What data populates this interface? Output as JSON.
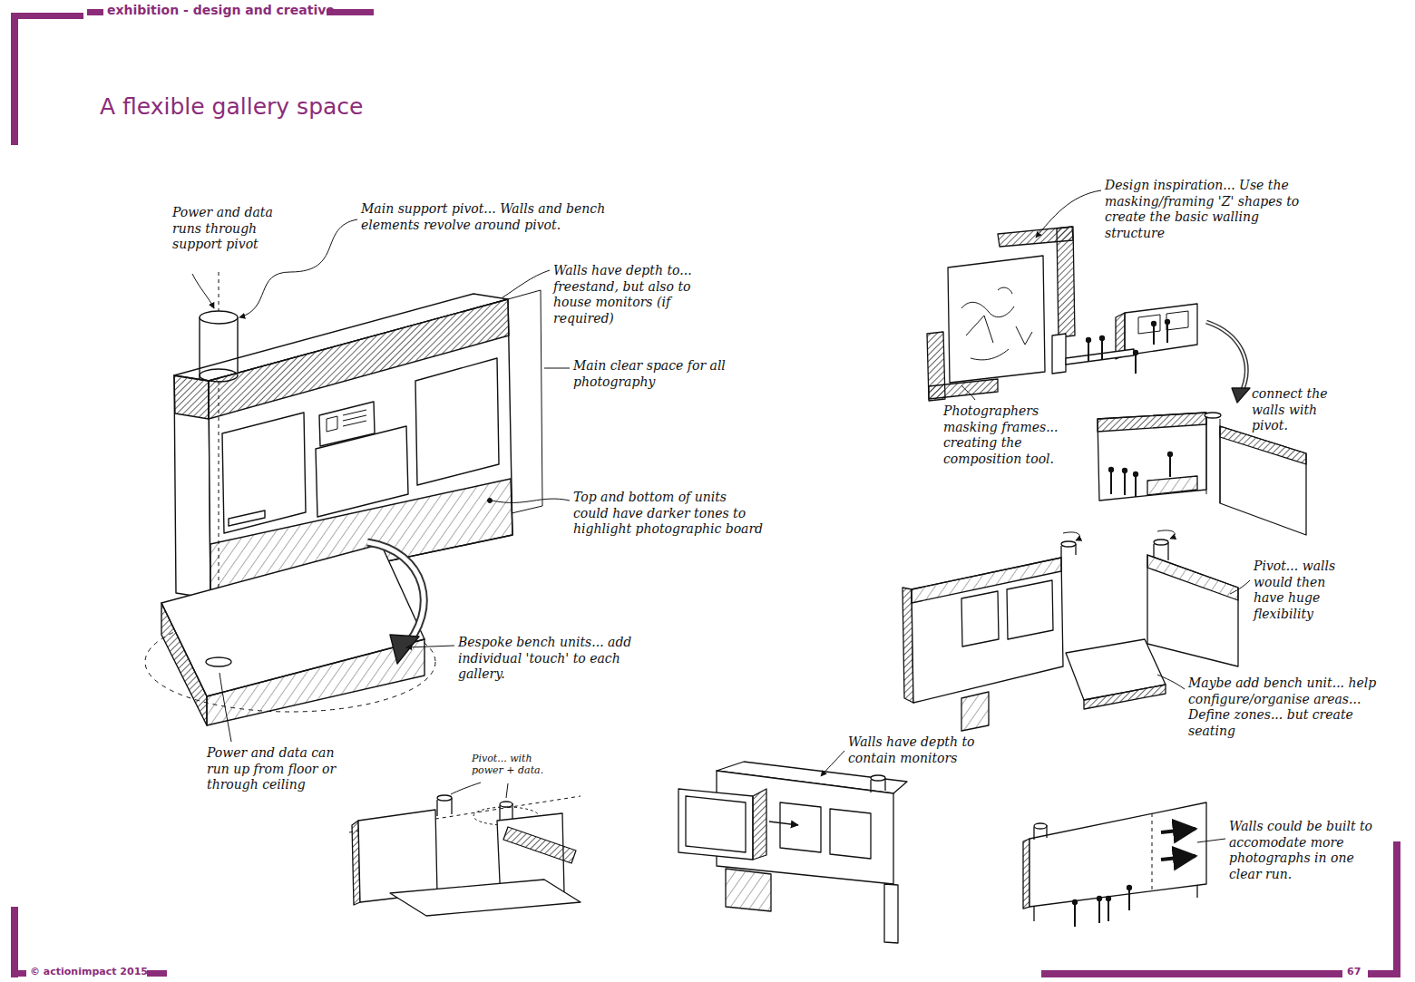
{
  "diagram": {
    "title": "A flexible gallery space",
    "labels": [
      "exhibition - design and creative",
      "Power and data runs through support pivot",
      "Main support pivot... Walls and bench elements revolve around pivot.",
      "Walls have depth to... freestand, but also to house monitors (if required)",
      "Main clear space for all photography",
      "Top and bottom of units could have darker tones to highlight photographic board",
      "Bespoke bench units... add individual 'touch' to each gallery.",
      "Power and data can run up from floor or through ceiling",
      "Pivot... with power + data.",
      "Walls have depth to contain monitors",
      "Design inspiration... Use the masking/framing 'Z' shapes to create the basic walling structure",
      "Photographers masking frames... creating the composition tool.",
      "connect the walls with pivot.",
      "Pivot... walls would then have huge flexibility",
      "Maybe add bench unit... help configure/organise areas... Define zones... but create seating",
      "Walls could be built to accomodate more photographs in one clear run.",
      "© actionimpact 2015",
      "67"
    ]
  }
}
